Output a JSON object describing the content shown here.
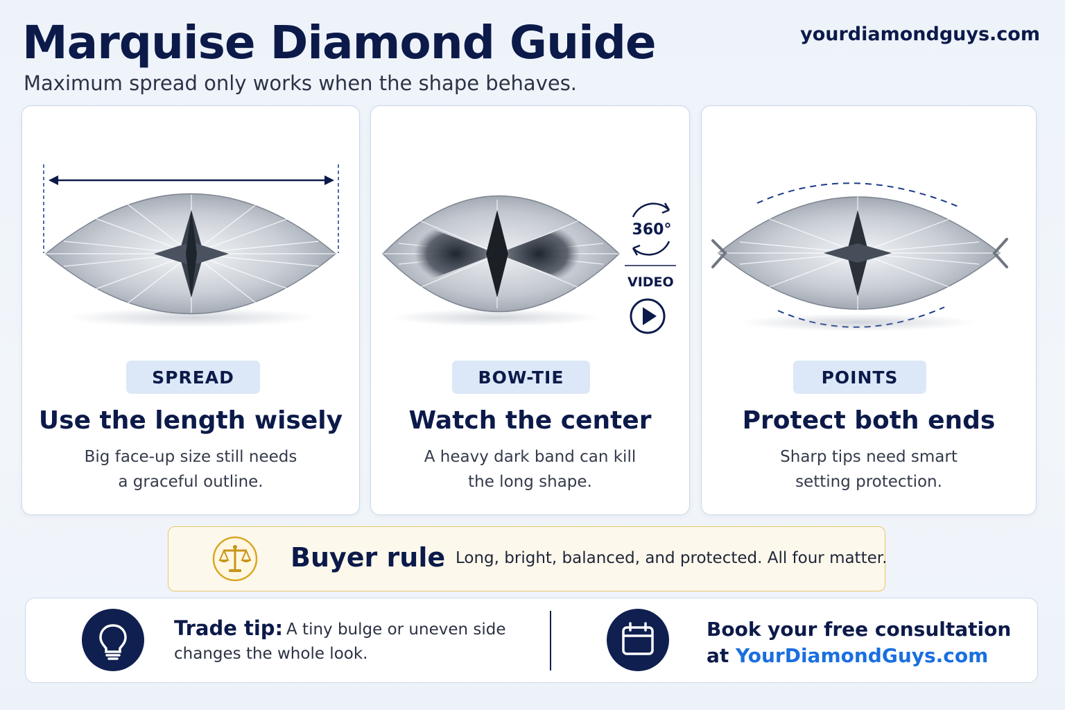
{
  "header": {
    "title": "Marquise Diamond Guide",
    "subtitle": "Maximum spread only works when the shape behaves.",
    "brand": "yourdiamondguys.com"
  },
  "cards": [
    {
      "tag": "SPREAD",
      "heading": "Use the length wisely",
      "body_line1": "Big face-up size still needs",
      "body_line2": "a graceful outline."
    },
    {
      "tag": "BOW-TIE",
      "heading": "Watch the center",
      "body_line1": "A heavy dark band can kill",
      "body_line2": "the long shape.",
      "rotate_badge": "360°",
      "video_label": "VIDEO"
    },
    {
      "tag": "POINTS",
      "heading": "Protect both ends",
      "body_line1": "Sharp tips need smart",
      "body_line2": "setting protection."
    }
  ],
  "buyer_rule": {
    "title": "Buyer rule",
    "text": "Long, bright, balanced, and protected. All four matter.",
    "icon": "scales-icon"
  },
  "footer": {
    "tip_label": "Trade tip:",
    "tip_text_line1": "A tiny bulge or uneven side",
    "tip_text_line2": "changes the whole look.",
    "tip_icon": "lightbulb-icon",
    "book_line1": "Book your free consultation",
    "book_prefix": "at",
    "book_link": "YourDiamondGuys.com",
    "book_icon": "calendar-icon"
  },
  "colors": {
    "navy": "#0c1a4a",
    "link_blue": "#1a6fe0",
    "pill_bg": "#dce8f7",
    "gold": "#d9a726"
  }
}
